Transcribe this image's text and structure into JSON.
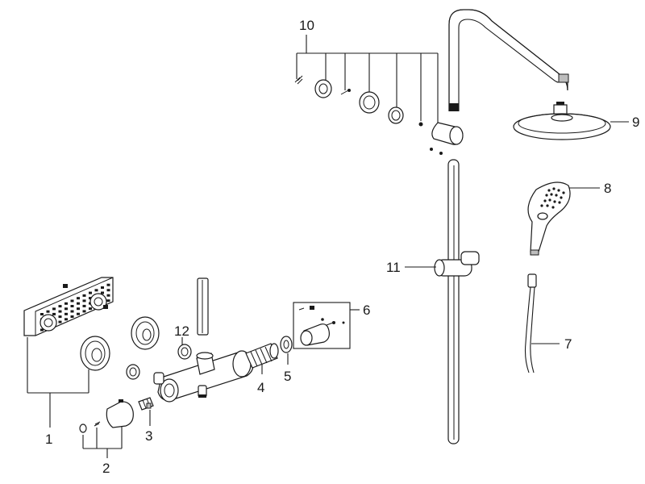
{
  "callouts": {
    "c1": "1",
    "c2": "2",
    "c3": "3",
    "c4": "4",
    "c5": "5",
    "c6": "6",
    "c7": "7",
    "c8": "8",
    "c9": "9",
    "c10": "10",
    "c11": "11",
    "c12": "12"
  },
  "colors": {
    "stroke": "#1a1a1a",
    "background": "#ffffff"
  }
}
